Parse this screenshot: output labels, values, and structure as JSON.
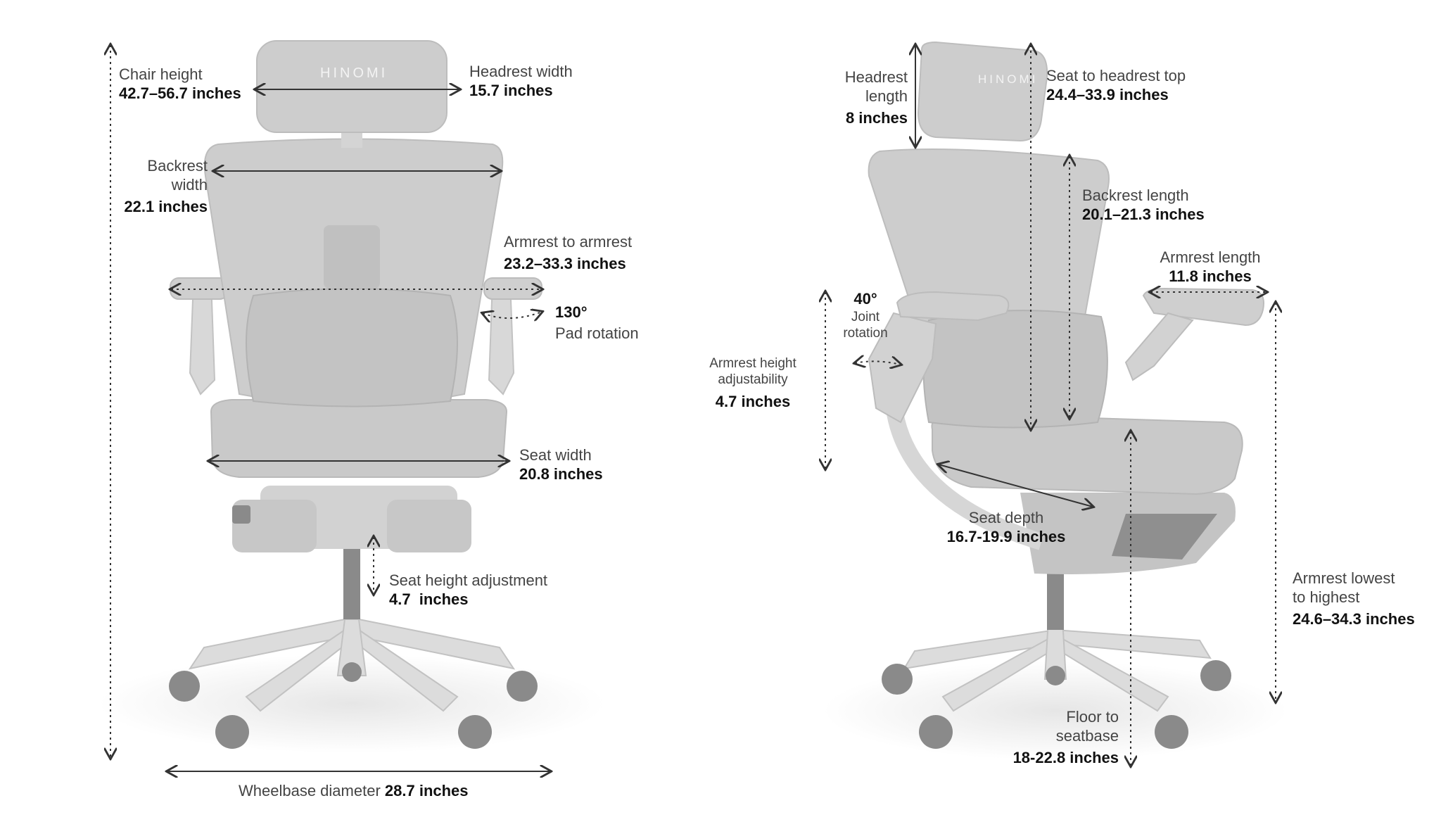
{
  "brand": "HINOMI",
  "colors": {
    "arrow": "#333333",
    "chair_mesh": "#c9c9c9",
    "chair_frame": "#dcdcdc",
    "chair_dark": "#8a8a8a",
    "label_text": "#444444",
    "value_text": "#111111"
  },
  "front_view": {
    "chair_height": {
      "label": "Chair height",
      "value": "42.7–56.7 inches"
    },
    "headrest_width": {
      "label": "Headrest width",
      "value": "15.7 inches"
    },
    "backrest_width": {
      "label_line1": "Backrest",
      "label_line2": "width",
      "value": "22.1 inches"
    },
    "armrest_to_armrest": {
      "label": "Armrest to armrest",
      "value": "23.2–33.3 inches"
    },
    "pad_rotation": {
      "value": "130°",
      "label": "Pad rotation"
    },
    "seat_width": {
      "label": "Seat width",
      "value": "20.8 inches"
    },
    "seat_height_adjustment": {
      "label": "Seat height adjustment",
      "value": "4.7  inches"
    },
    "wheelbase": {
      "label": "Wheelbase diameter",
      "value": "28.7 inches"
    }
  },
  "side_view": {
    "headrest_length": {
      "label_line1": "Headrest",
      "label_line2": "length",
      "value": "8 inches"
    },
    "seat_to_headrest_top": {
      "label": "Seat to headrest top",
      "value": "24.4–33.9 inches"
    },
    "backrest_length": {
      "label": "Backrest length",
      "value": "20.1–21.3 inches"
    },
    "armrest_length": {
      "label": "Armrest length",
      "value": "11.8 inches"
    },
    "joint_rotation": {
      "value": "40°",
      "label_line1": "Joint",
      "label_line2": "rotation"
    },
    "armrest_height_adjustability": {
      "label_line1": "Armrest height",
      "label_line2": "adjustability",
      "value": "4.7 inches"
    },
    "seat_depth": {
      "label": "Seat depth",
      "value": "16.7-19.9 inches"
    },
    "armrest_lowest_to_highest": {
      "label_line1": "Armrest lowest",
      "label_line2": "to highest",
      "value": "24.6–34.3 inches"
    },
    "floor_to_seatbase": {
      "label_line1": "Floor to",
      "label_line2": "seatbase",
      "value": "18-22.8 inches"
    }
  }
}
